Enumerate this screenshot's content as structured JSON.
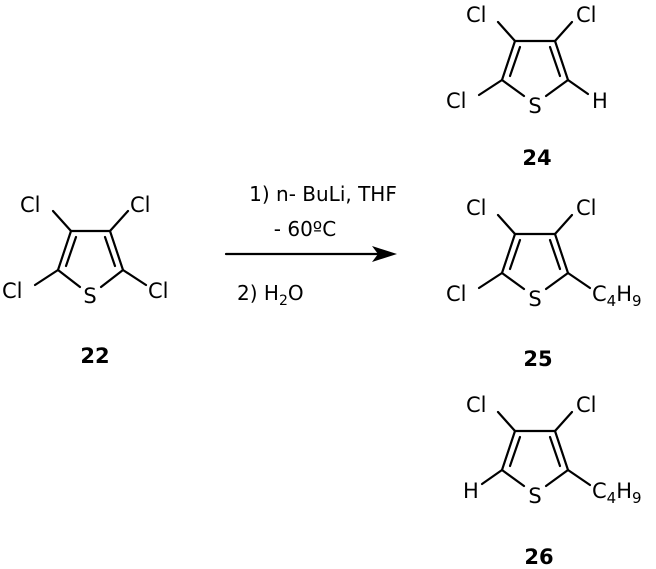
{
  "reaction": {
    "conditions": {
      "step1_line1": "1) n- BuLi, THF",
      "step1_line2": "- 60ºC",
      "step2_prefix": "2) H",
      "step2_sub": "2",
      "step2_suffix": "O"
    }
  },
  "compounds": [
    {
      "id": "22",
      "label": "22",
      "atoms": {
        "ring_s": "S",
        "top_left": "Cl",
        "top_right": "Cl",
        "bottom_left": "Cl",
        "bottom_right": "Cl"
      }
    },
    {
      "id": "24",
      "label": "24",
      "atoms": {
        "ring_s": "S",
        "top_left": "Cl",
        "top_right": "Cl",
        "bottom_left": "Cl",
        "bottom_right": "H"
      }
    },
    {
      "id": "25",
      "label": "25",
      "atoms": {
        "ring_s": "S",
        "top_left": "Cl",
        "top_right": "Cl",
        "bottom_left": "Cl",
        "bottom_right_C": "C",
        "bottom_right_Cn": "4",
        "bottom_right_H": "H",
        "bottom_right_Hn": "9"
      }
    },
    {
      "id": "26",
      "label": "26",
      "atoms": {
        "ring_s": "S",
        "top_left": "Cl",
        "top_right": "Cl",
        "bottom_left": "H",
        "bottom_right_C": "C",
        "bottom_right_Cn": "4",
        "bottom_right_H": "H",
        "bottom_right_Hn": "9"
      }
    }
  ]
}
